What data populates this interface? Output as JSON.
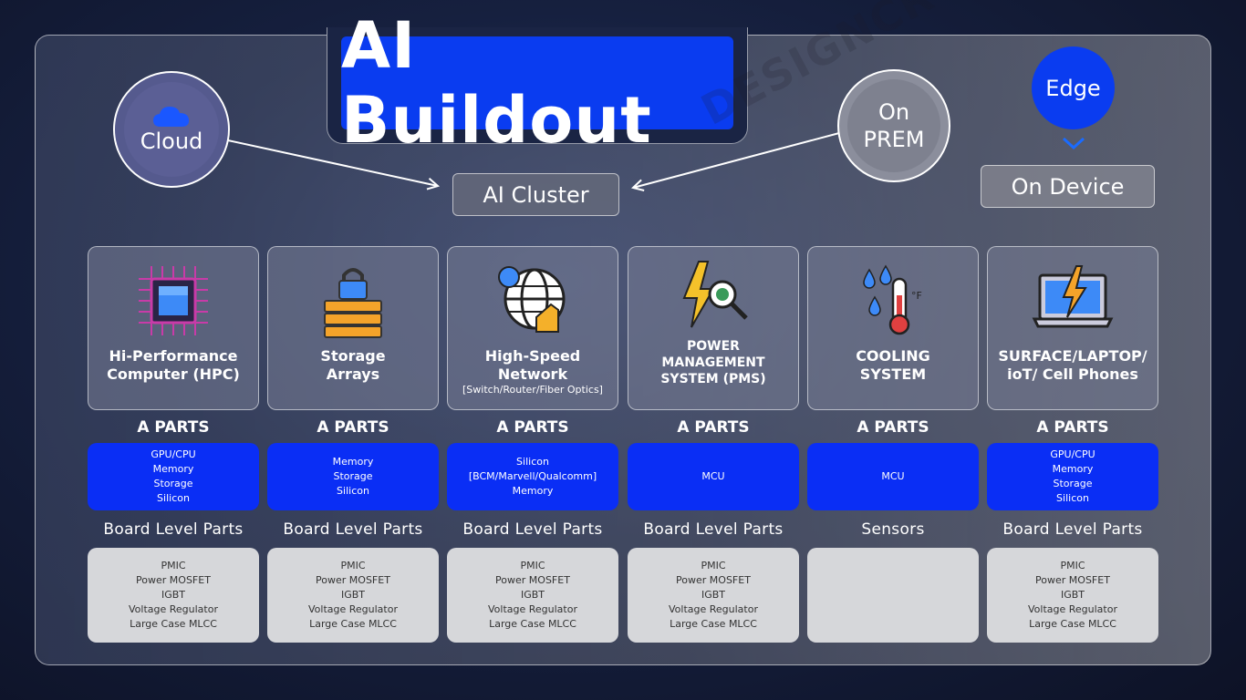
{
  "title": "AI Buildout",
  "watermark": "DESIGNCROWD",
  "top": {
    "cloud": "Cloud",
    "on_prem_line1": "On",
    "on_prem_line2": "PREM",
    "edge": "Edge",
    "on_device": "On Device",
    "ai_cluster": "AI Cluster"
  },
  "colors": {
    "accent_blue": "#0a3cf0",
    "chip_blue": "#0a2ef5",
    "board_gray": "#d6d7da"
  },
  "columns": [
    {
      "icon": "cpu-chip-icon",
      "name": [
        "Hi-Performance",
        "Computer (HPC)"
      ],
      "sub": "",
      "a_head": "A PARTS",
      "a_parts": [
        "GPU/CPU",
        "Memory",
        "Storage",
        "Silicon"
      ],
      "b_head": "Board Level Parts",
      "b_parts": [
        "PMIC",
        "Power MOSFET",
        "IGBT",
        "Voltage Regulator",
        "Large Case MLCC"
      ]
    },
    {
      "icon": "storage-lock-icon",
      "name": [
        "Storage",
        "Arrays"
      ],
      "sub": "",
      "a_head": "A PARTS",
      "a_parts": [
        "Memory",
        "Storage",
        "Silicon"
      ],
      "b_head": "Board Level Parts",
      "b_parts": [
        "PMIC",
        "Power MOSFET",
        "IGBT",
        "Voltage Regulator",
        "Large Case MLCC"
      ]
    },
    {
      "icon": "network-globe-icon",
      "name": [
        "High-Speed",
        "Network"
      ],
      "sub": "[Switch/Router/Fiber Optics]",
      "a_head": "A PARTS",
      "a_parts": [
        "Silicon",
        "[BCM/Marvell/Qualcomm]",
        "Memory"
      ],
      "b_head": "Board Level Parts",
      "b_parts": [
        "PMIC",
        "Power MOSFET",
        "IGBT",
        "Voltage Regulator",
        "Large Case MLCC"
      ]
    },
    {
      "icon": "power-search-icon",
      "name": [
        "POWER",
        "MANAGEMENT",
        "SYSTEM (PMS)"
      ],
      "sub": "",
      "a_head": "A PARTS",
      "a_parts": [
        "MCU"
      ],
      "b_head": "Board Level Parts",
      "b_parts": [
        "PMIC",
        "Power MOSFET",
        "IGBT",
        "Voltage Regulator",
        "Large Case MLCC"
      ]
    },
    {
      "icon": "thermometer-icon",
      "name": [
        "COOLING",
        "SYSTEM"
      ],
      "sub": "",
      "a_head": "A PARTS",
      "a_parts": [
        "MCU"
      ],
      "b_head": "Sensors",
      "b_parts": []
    },
    {
      "icon": "laptop-bolt-icon",
      "name": [
        "SURFACE/LAPTOP/",
        "ioT/ Cell Phones"
      ],
      "sub": "",
      "a_head": "A PARTS",
      "a_parts": [
        "GPU/CPU",
        "Memory",
        "Storage",
        "Silicon"
      ],
      "b_head": "Board Level Parts",
      "b_parts": [
        "PMIC",
        "Power MOSFET",
        "IGBT",
        "Voltage Regulator",
        "Large Case MLCC"
      ]
    }
  ]
}
